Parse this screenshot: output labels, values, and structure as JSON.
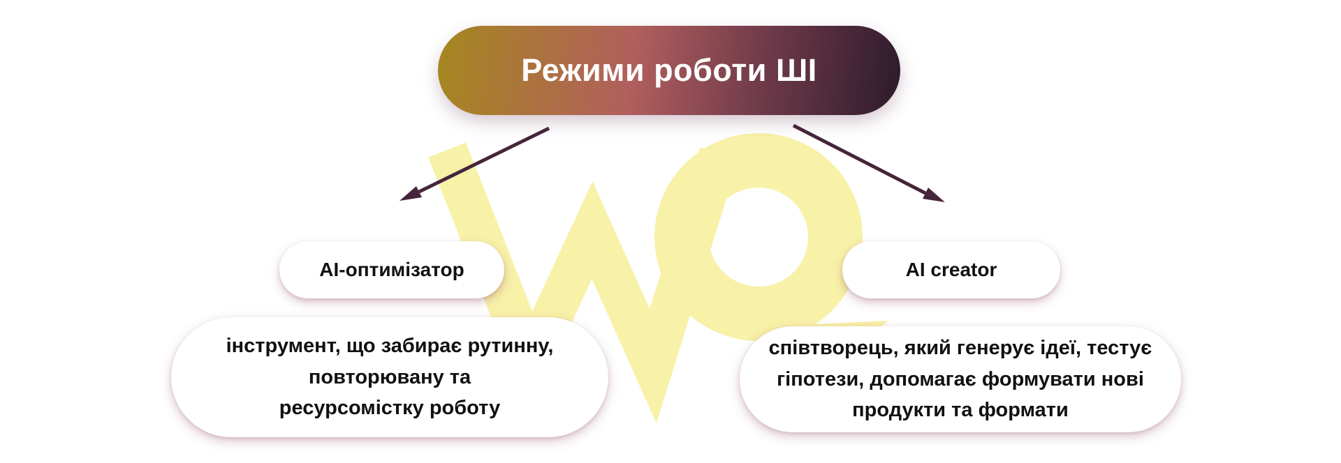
{
  "title": {
    "label": "Режими роботи ШІ"
  },
  "branches": [
    {
      "label": "AI-оптимізатор",
      "description": "інструмент, що забирає рутинну,\nповторювану та\nресурсомістку роботу"
    },
    {
      "label": "AI creator",
      "description": "співтворець, який генерує ідеї, тестує\nгіпотези, допомагає формувати нові\nпродукти та формати"
    }
  ],
  "icons": {
    "watermark": "wd-logo-watermark",
    "arrow_left": "arrow-down-left-icon",
    "arrow_right": "arrow-down-right-icon"
  },
  "colors": {
    "title_grad_1": "#a6871f",
    "title_grad_2": "#b15f5d",
    "title_grad_3": "#6f3a4a",
    "title_grad_4": "#2d1b2b",
    "arrow": "#45253c",
    "watermark": "#f8f1a8",
    "text_dark": "#111111"
  }
}
